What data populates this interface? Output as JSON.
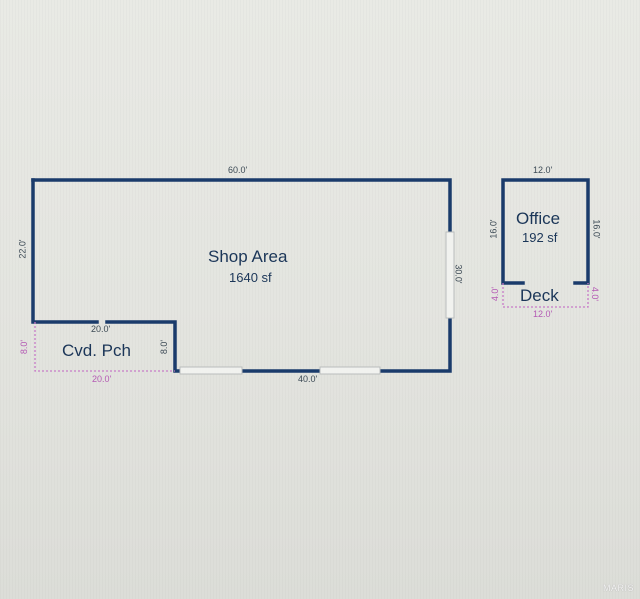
{
  "floor_plan": {
    "shop": {
      "name": "Shop Area",
      "area": "1640 sf",
      "top_dim": "60.0'",
      "left_dim": "22.0'",
      "right_dim": "30.0'",
      "bottom_dim": "40.0'"
    },
    "porch": {
      "name": "Cvd. Pch",
      "top_dim": "20.0'",
      "left_dim": "8.0'",
      "right_dim": "8.0'",
      "bottom_dim": "20.0'"
    },
    "office": {
      "name": "Office",
      "area": "192 sf",
      "top_dim": "12.0'",
      "left_dim": "16.0'",
      "right_dim": "16.0'"
    },
    "deck": {
      "name": "Deck",
      "left_dim": "4.0'",
      "right_dim": "4.0'",
      "bottom_dim": "12.0'"
    }
  },
  "colors": {
    "wall": "#1a3b6b",
    "dashed_outline": "#c77bc7",
    "background": "#e6e7e2"
  },
  "watermark": "MARIS"
}
